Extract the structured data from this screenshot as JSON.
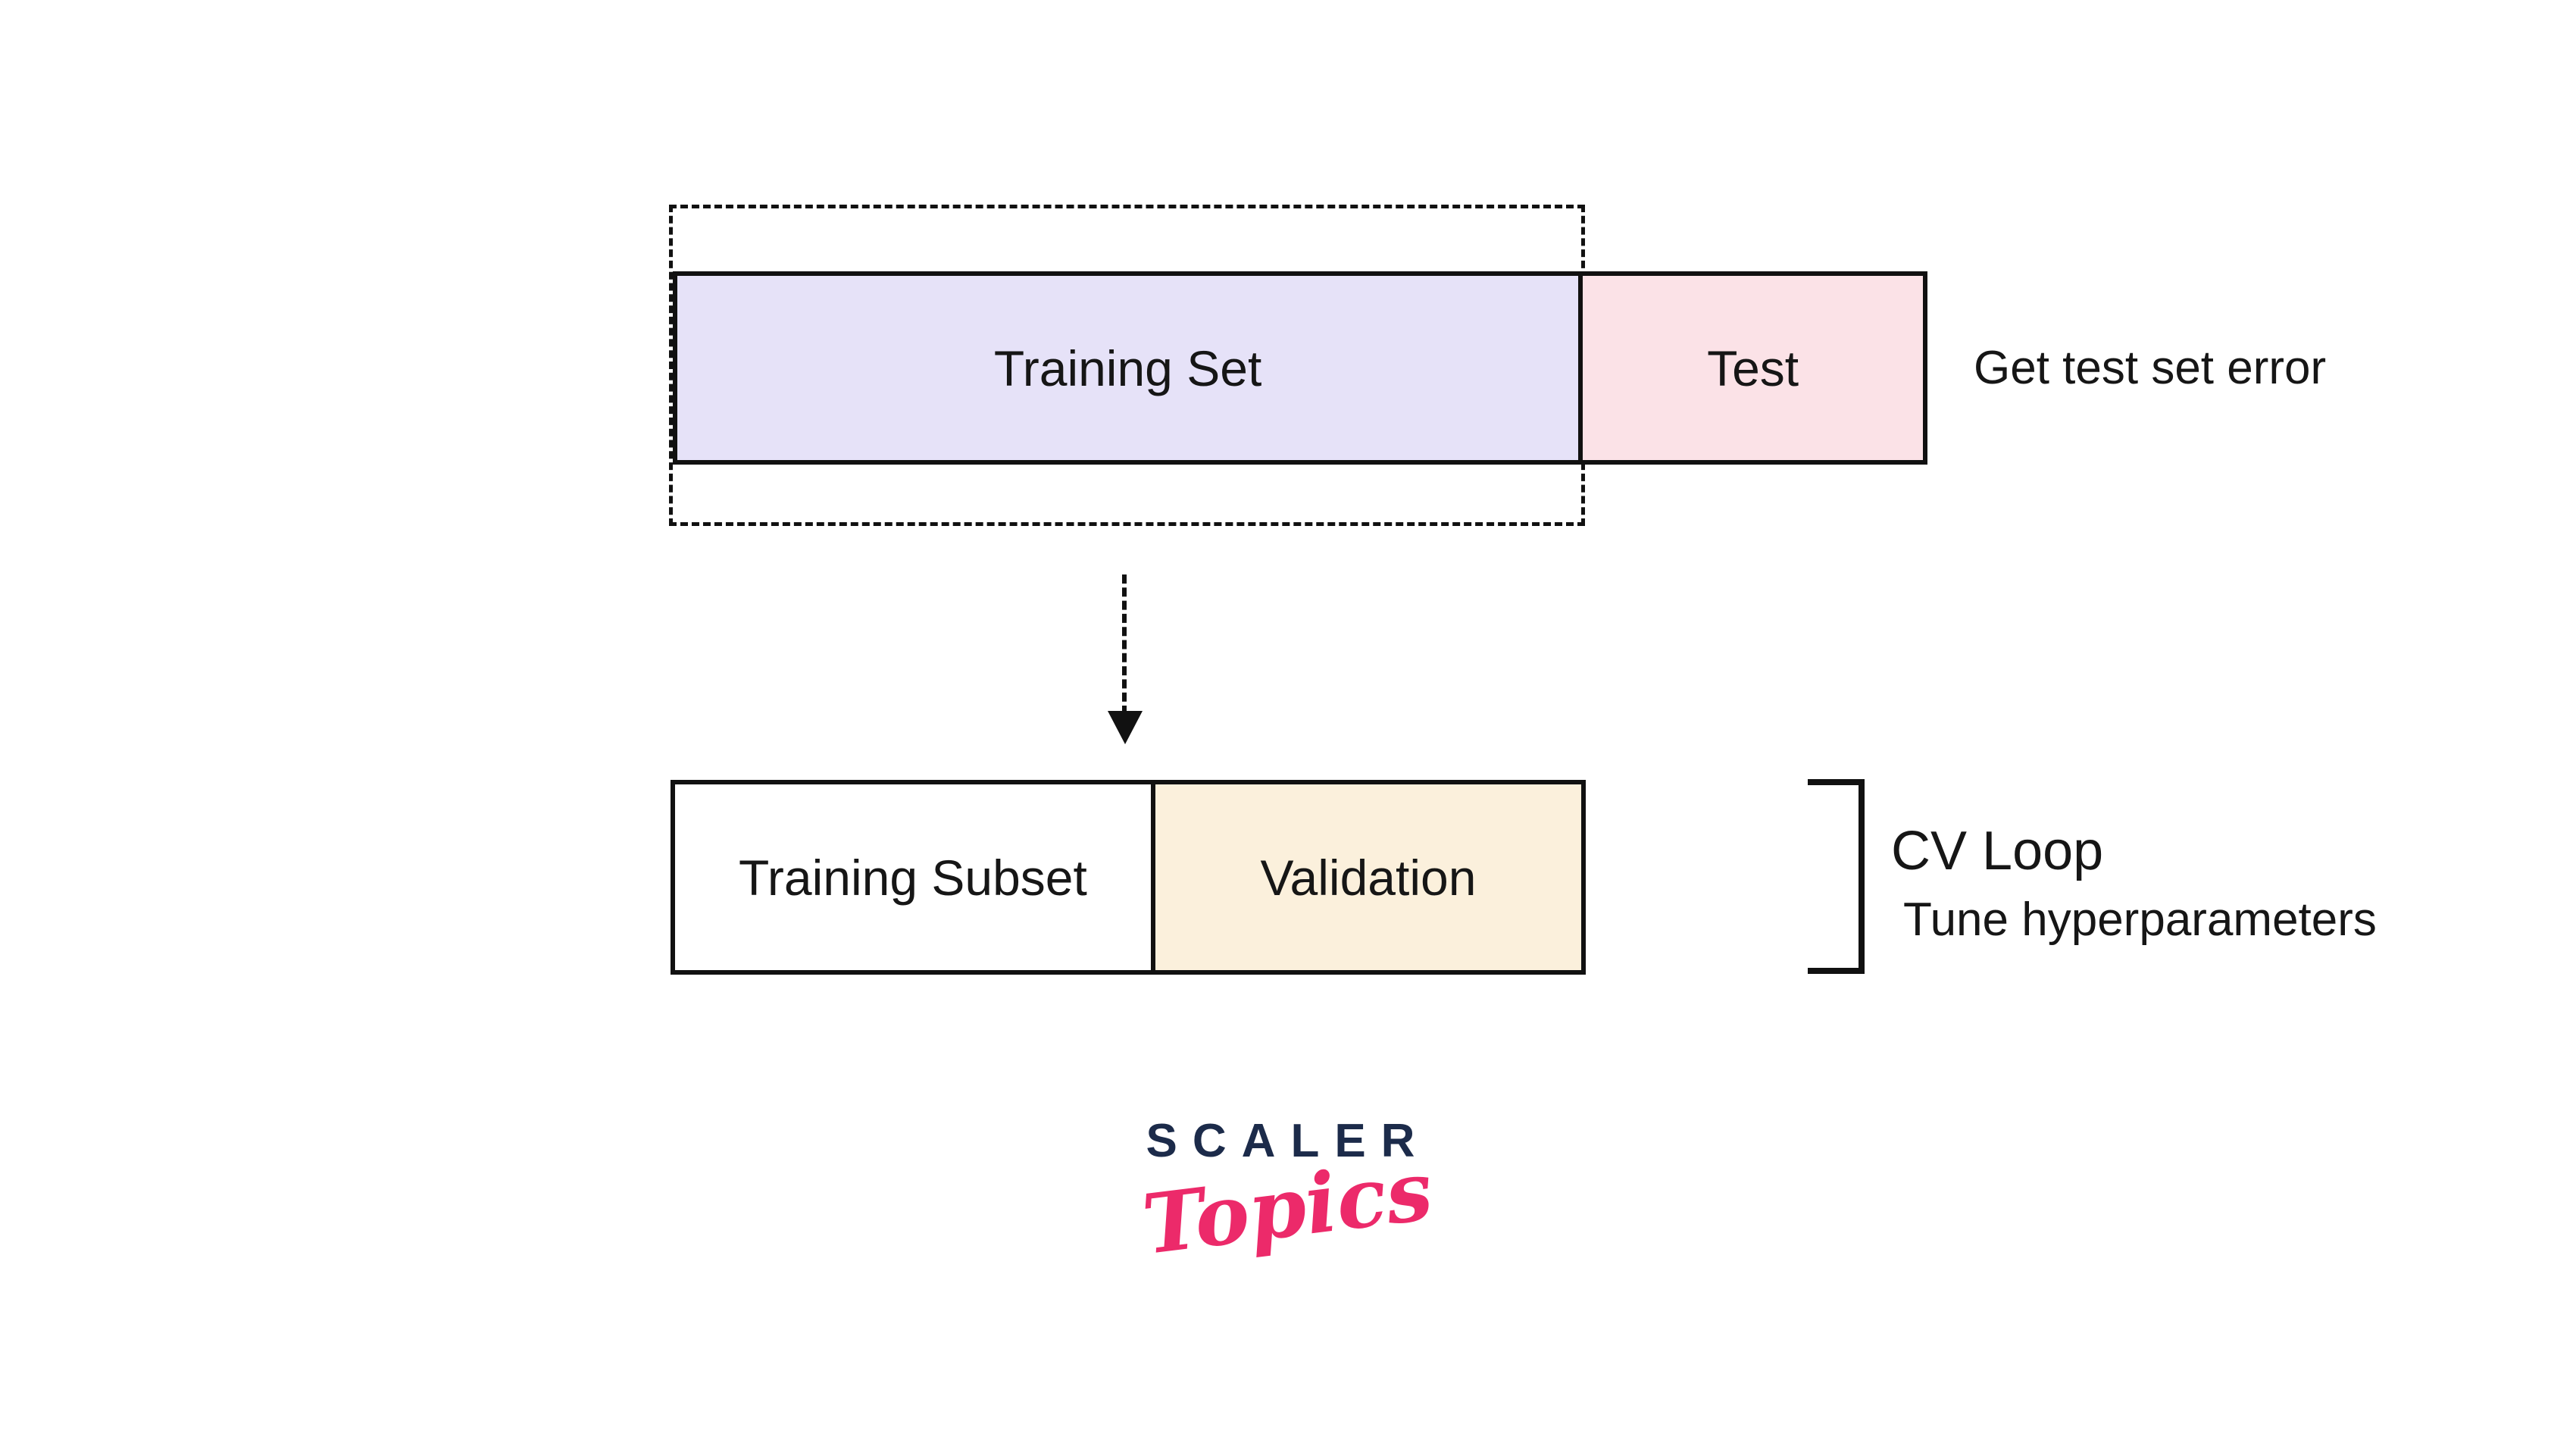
{
  "diagram": {
    "top_row": {
      "training_label": "Training Set",
      "test_label": "Test",
      "annotation": "Get test set error"
    },
    "bottom_row": {
      "training_subset_label": "Training Subset",
      "validation_label": "Validation"
    },
    "cv": {
      "title": "CV Loop",
      "subtitle": "Tune hyperparameters"
    },
    "colors": {
      "training_fill": "#E6E2F8",
      "test_fill": "#FBE2E7",
      "subset_fill": "#FFFFFF",
      "validation_fill": "#FBF0DC",
      "stroke": "#111111"
    }
  },
  "logo": {
    "brand": "SCALER",
    "sub": "Topics",
    "brand_color": "#1C2B4A",
    "accent_color": "#EC2A6A"
  }
}
